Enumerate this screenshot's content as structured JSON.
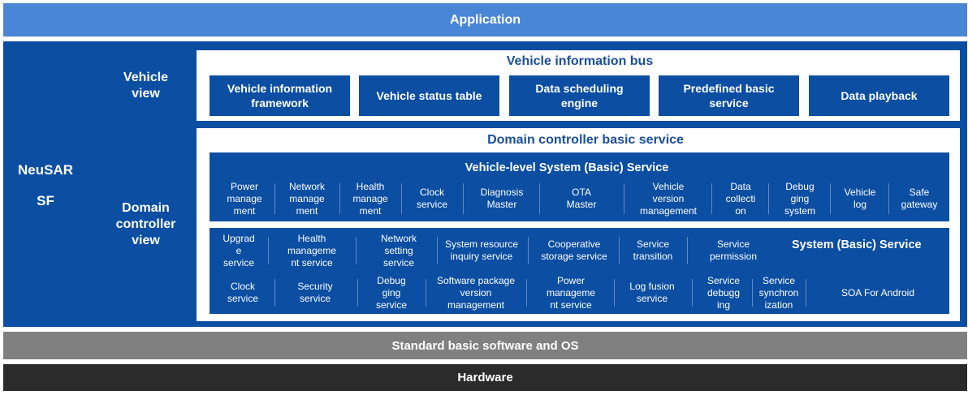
{
  "application": "Application",
  "neusar": {
    "line1": "NeuSAR",
    "line2": "SF"
  },
  "vehicle_view": {
    "label": "Vehicle\nview",
    "bus_title": "Vehicle information bus",
    "cards": [
      "Vehicle information\nframework",
      "Vehicle status table",
      "Data scheduling\nengine",
      "Predefined basic\nservice",
      "Data playback"
    ]
  },
  "domain_view": {
    "label": "Domain\ncontroller\nview",
    "title": "Domain controller basic service",
    "vehicle_level": {
      "title": "Vehicle-level System (Basic) Service",
      "items": [
        "Power\nmanage\nment",
        "Network\nmanage\nment",
        "Health\nmanage\nment",
        "Clock\nservice",
        "Diagnosis\nMaster",
        "OTA\nMaster",
        "Vehicle\nversion\nmanagement",
        "Data\ncollecti\non",
        "Debug\nging\nsystem",
        "Vehicle\nlog",
        "Safe\ngateway"
      ]
    },
    "system_basic": {
      "title": "System (Basic) Service",
      "row1": [
        "Upgrad\ne\nservice",
        "Health\nmanageme\nnt service",
        "Network\nsetting\nservice",
        "System resource\ninquiry service",
        "Cooperative\nstorage service",
        "Service\ntransition",
        "Service\npermission"
      ],
      "row2": [
        "Clock\nservice",
        "Security\nservice",
        "Debug\nging\nservice",
        "Software package\nversion\nmanagement",
        "Power\nmanageme\nnt service",
        "Log fusion\nservice",
        "Service\ndebugg\ning",
        "Service\nsynchron\nization",
        "SOA For Android"
      ]
    }
  },
  "standard_bar": "Standard basic software and OS",
  "hardware_bar": "Hardware",
  "colors": {
    "application": "#4a86d6",
    "dark_blue": "#0b4ea2",
    "title_blue": "#1b4d9a",
    "standard": "#808080",
    "hardware": "#2b2b2b"
  }
}
